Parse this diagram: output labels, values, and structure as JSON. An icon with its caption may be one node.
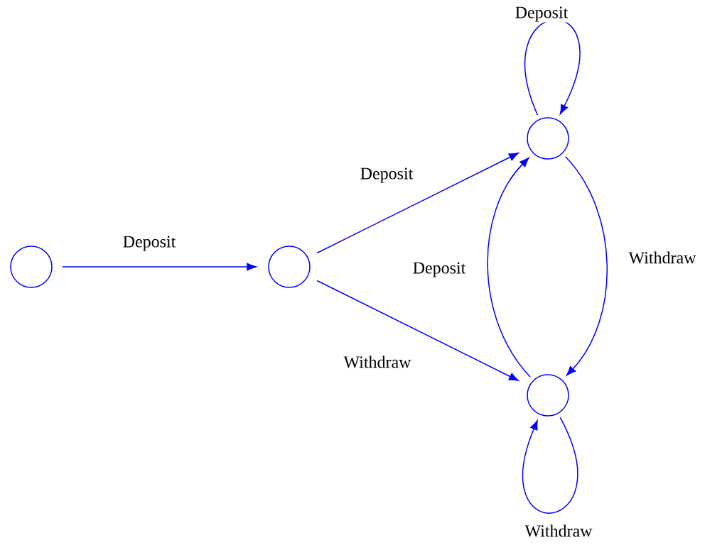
{
  "diagram": {
    "nodes": [
      {
        "text": [],
        "shape": "circle"
      },
      {
        "text": [],
        "shape": "circle"
      },
      {
        "text": [],
        "shape": "circle"
      },
      {
        "text": [],
        "shape": "circle"
      }
    ],
    "edges": [
      {
        "from": 0,
        "to": 1,
        "arrow": "to",
        "label": "Deposit"
      },
      {
        "from": 1,
        "to": 2,
        "arrow": "to",
        "label": "Deposit"
      },
      {
        "from": 1,
        "to": 3,
        "arrow": "to",
        "label": "Withdraw"
      },
      {
        "from": 2,
        "to": 2,
        "arrow": "to",
        "label": "Deposit"
      },
      {
        "from": 2,
        "to": 3,
        "arrow": "to",
        "label": "Withdraw"
      },
      {
        "from": 3,
        "to": 2,
        "arrow": "to",
        "label": "Deposit"
      },
      {
        "from": 3,
        "to": 3,
        "arrow": "to",
        "label": "Withdraw"
      }
    ]
  }
}
